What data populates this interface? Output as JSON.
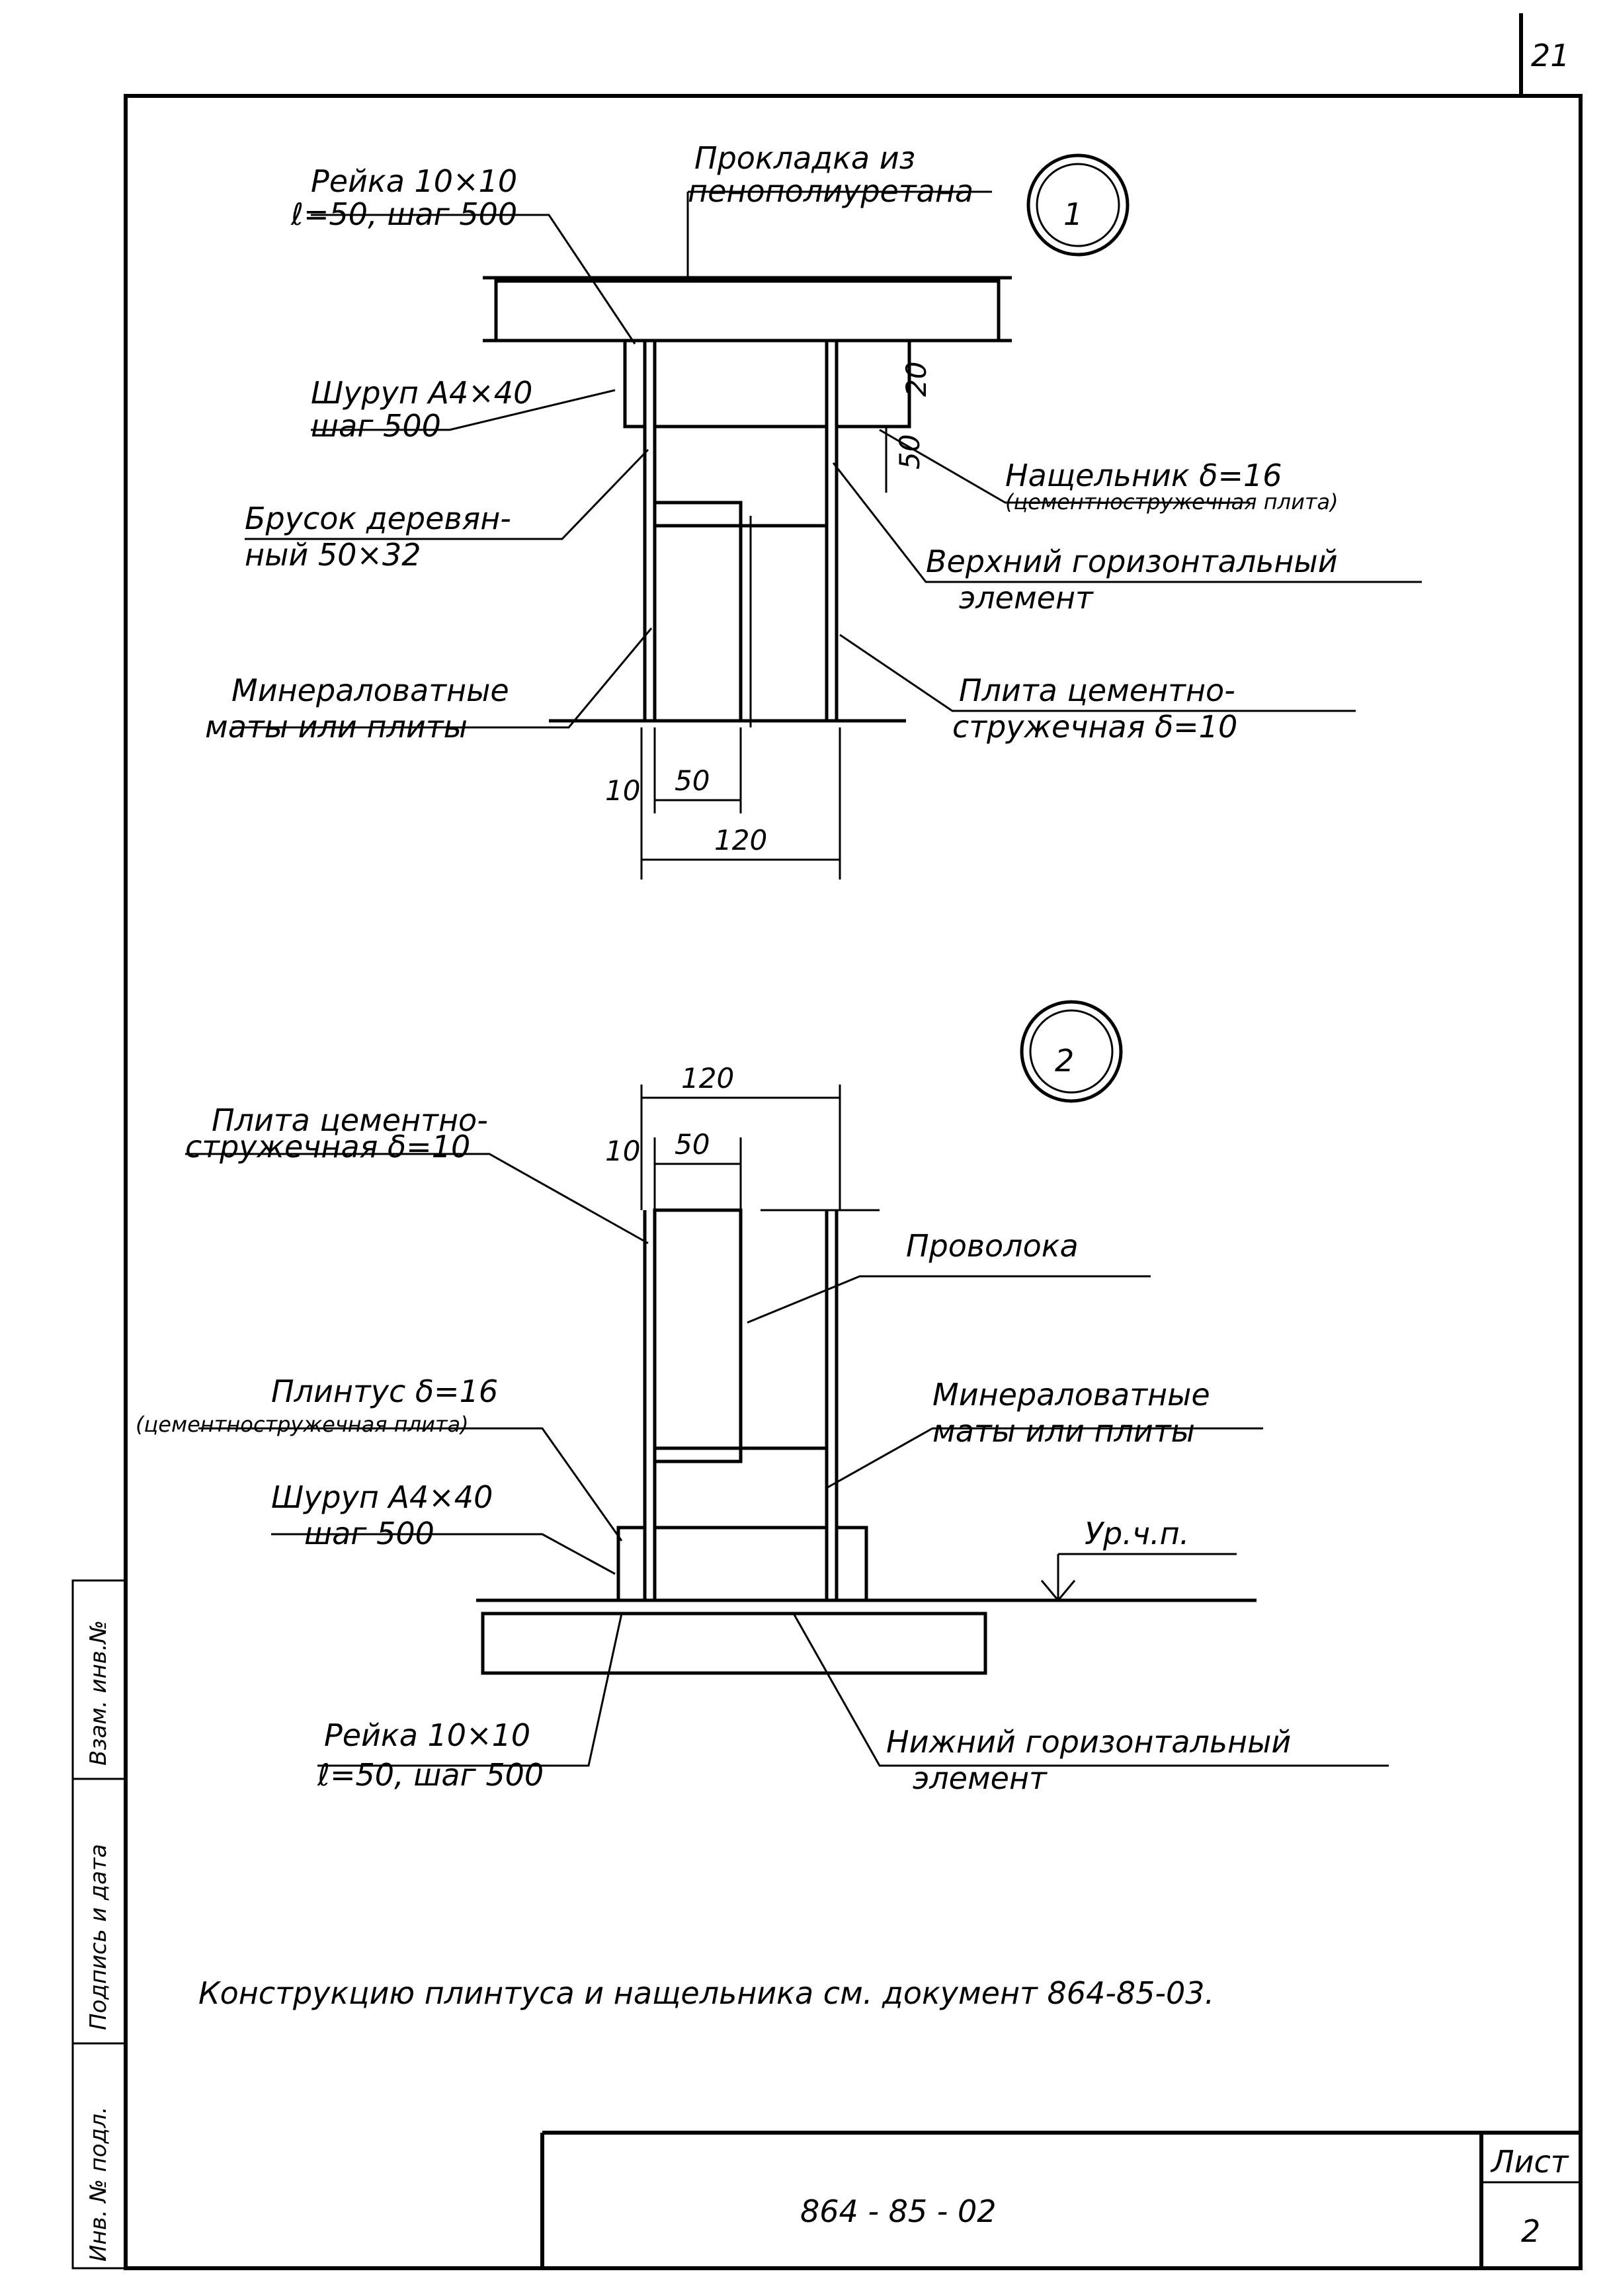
{
  "sheet_number": "21",
  "detail1": {
    "marker": "1",
    "reika": [
      "Рейка 10×10",
      "ℓ=50, шаг 500"
    ],
    "gasket": [
      "Прокладка из",
      "пенополиуретана"
    ],
    "screw": [
      "Шуруп А4×40",
      "шаг 500"
    ],
    "bar": [
      "Брусок деревян-",
      "ный 50×32"
    ],
    "cover": [
      "Нащельник δ=16",
      "(цементностружечная плита)"
    ],
    "top_element": [
      "Верхний горизонтальный",
      "элемент"
    ],
    "mineral": [
      "Минераловатные",
      "маты или плиты"
    ],
    "board": [
      "Плита цементно-",
      "стружечная δ=10"
    ],
    "dims": {
      "d10": "10",
      "d50": "50",
      "d120": "120",
      "d20": "20",
      "d50v": "50"
    }
  },
  "detail2": {
    "marker": "2",
    "board": [
      "Плита цементно-",
      "стружечная δ=10"
    ],
    "wire": "Проволока",
    "plinth": [
      "Плинтус δ=16",
      "(цементностружечная плита)"
    ],
    "mineral": [
      "Минераловатные",
      "маты или плиты"
    ],
    "screw": [
      "Шуруп А4×40",
      "шаг 500"
    ],
    "level": "Ур.ч.п.",
    "reika": [
      "Рейка 10×10",
      "ℓ=50, шаг 500"
    ],
    "bottom_element": [
      "Нижний горизонтальный",
      "элемент"
    ],
    "dims": {
      "d120": "120",
      "d10": "10",
      "d50": "50"
    }
  },
  "note": "Конструкцию плинтуса и нащельника см. документ 864-85-03.",
  "title_block": {
    "code": "864 - 85 - 02",
    "sheet_label": "Лист",
    "sheet_value": "2"
  },
  "side_stamp": [
    "Инв. № подл.",
    "Подпись и дата",
    "Взам. инв.№"
  ]
}
